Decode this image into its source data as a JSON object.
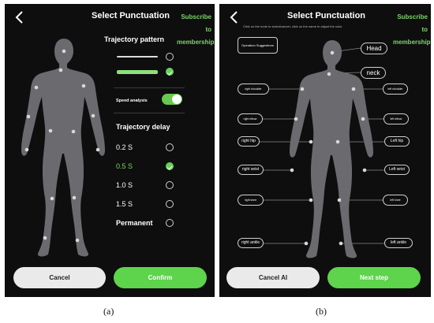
{
  "panel_a": {
    "title": "Select Punctuation",
    "subscribe": "Subscribe to membership",
    "trajectory_pattern_heading": "Trajectory pattern",
    "speed_analysis_label": "Speed analysis",
    "speed_analysis_on": true,
    "trajectory_delay_heading": "Trajectory delay",
    "delay_options": [
      "0.2 S",
      "0.5 S",
      "1.0 S",
      "1.5 S",
      "Permanent"
    ],
    "delay_selected": "0.5 S",
    "cancel_label": "Cancel",
    "confirm_label": "Confirm"
  },
  "panel_b": {
    "title": "Select Punctuation",
    "subscribe": "Subscribe to membership",
    "instruction": "Click on the node to select/cancel, click on the name to adjust the color",
    "operation_suggestions": "Operation Suggestions",
    "labels": {
      "head": "Head",
      "neck": "neck",
      "right_shoulder": "right shoulder",
      "left_shoulder": "left shoulder",
      "right_elbow": "right elbow",
      "left_elbow": "left elbow",
      "right_hip": "right hip",
      "left_hip": "Left hip",
      "right_wrist": "right wrist",
      "left_wrist": "Left wrist",
      "right_knee": "right knee",
      "left_knee": "left knee",
      "right_ankle": "right ankle",
      "left_ankle": "left ankle"
    },
    "cancel_label": "Cancel AI",
    "next_label": "Next step"
  },
  "captions": {
    "a": "(a)",
    "b": "(b)"
  },
  "colors": {
    "accent_green": "#5ed34c",
    "panel_bg": "#0e0e0e",
    "silhouette": "#6b6b6f"
  },
  "icons": {
    "back": "chevron-left-icon",
    "check": "check-icon"
  }
}
